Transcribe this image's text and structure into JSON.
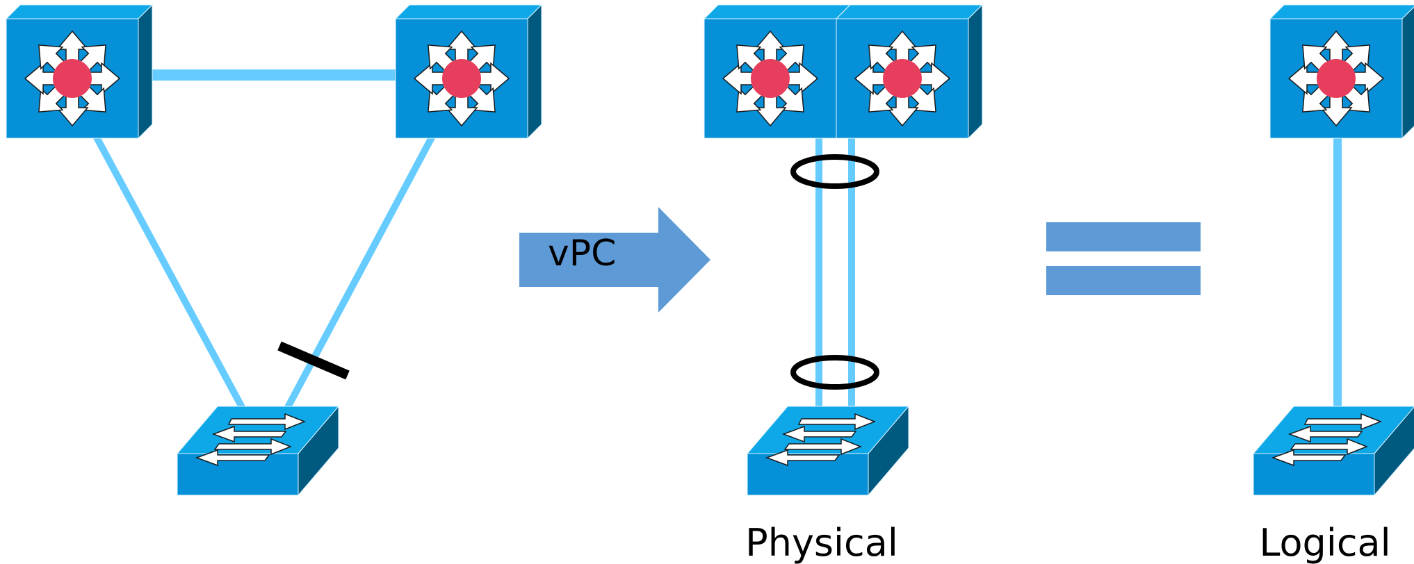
{
  "colors": {
    "link": "#66CCFF",
    "switch_front": "#0590D8",
    "switch_top": "#0EA8E8",
    "switch_side": "#005A7F",
    "center_dot": "#E63E5C",
    "arrow_fill": "#5E9BD6",
    "equals_fill": "#5E9BD6",
    "block_mark": "#000000"
  },
  "icons": {
    "multilayer_switch": "multilayer-switch-icon",
    "access_switch": "workgroup-switch-icon",
    "port_channel": "port-channel-ellipse"
  },
  "arrow": {
    "label": "vPC"
  },
  "captions": {
    "physical": "Physical",
    "logical": "Logical"
  }
}
